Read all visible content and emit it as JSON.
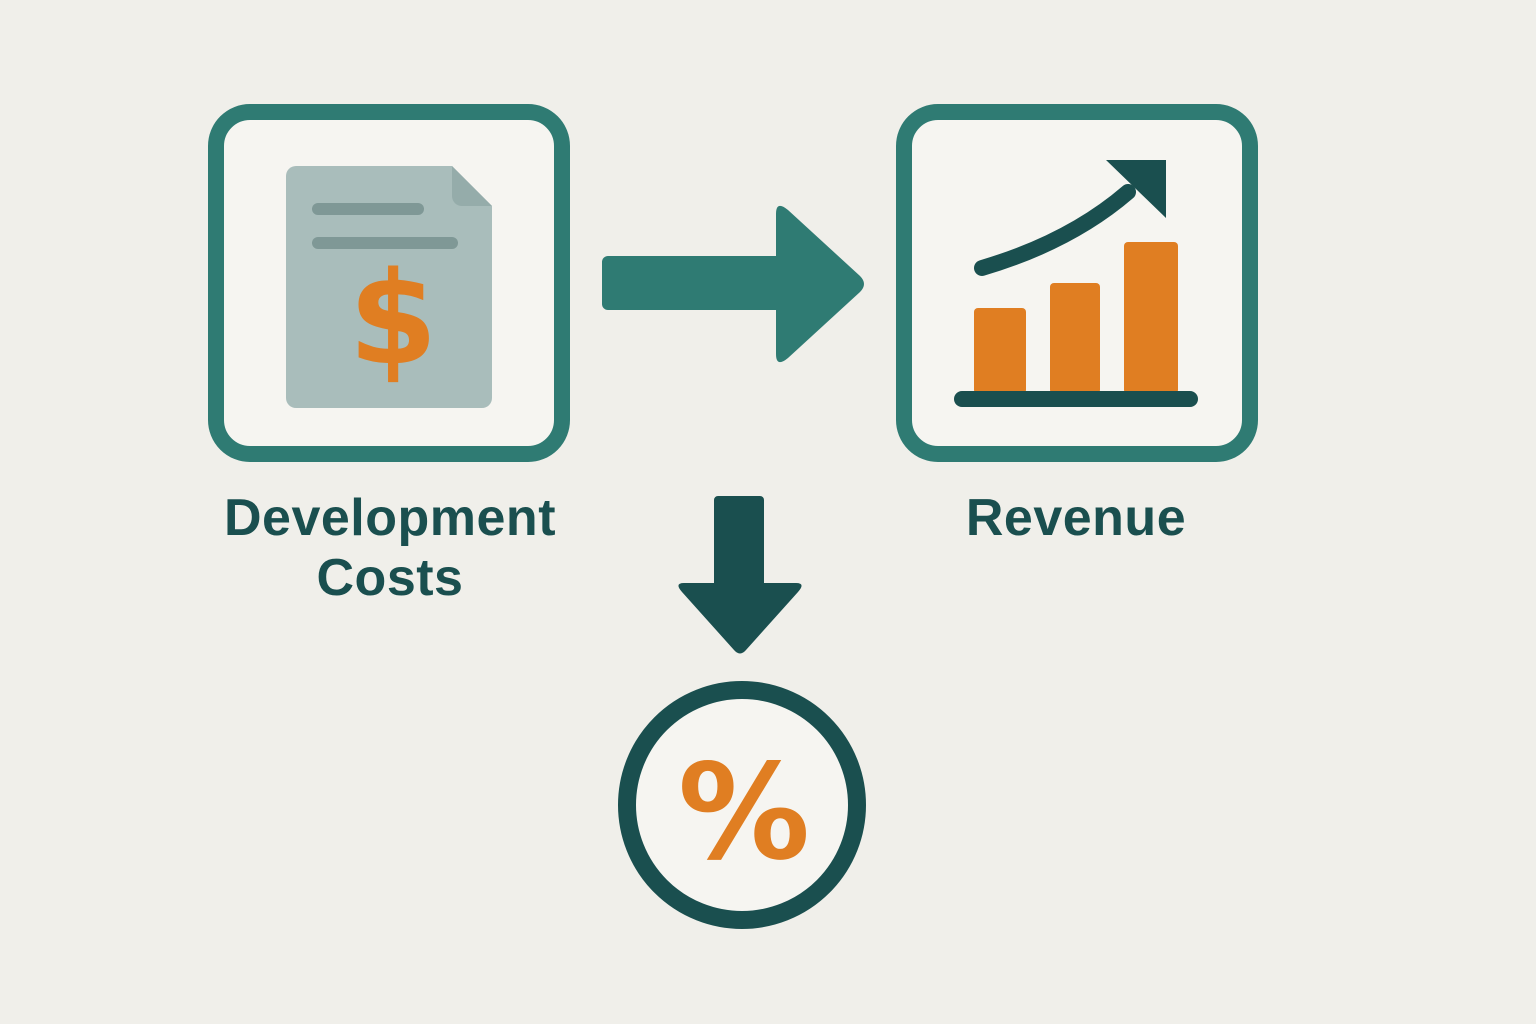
{
  "nodes": {
    "costs": {
      "label_line1": "Development",
      "label_line2": "Costs",
      "icon": "invoice-dollar-icon",
      "symbol": "$"
    },
    "revenue": {
      "label": "Revenue",
      "icon": "bar-chart-growth-icon"
    },
    "margin": {
      "symbol": "%",
      "icon": "percent-icon"
    }
  },
  "arrows": [
    {
      "from": "costs",
      "to": "revenue",
      "icon": "arrow-right-icon"
    },
    {
      "from": "costs-revenue",
      "to": "margin",
      "icon": "arrow-down-icon"
    }
  ],
  "colors": {
    "background": "#f0efea",
    "teal": "#2f7b73",
    "dark_teal": "#1a4f4f",
    "orange": "#e07e22",
    "document": "#a9bdbb",
    "document_lines": "#7f9896"
  }
}
